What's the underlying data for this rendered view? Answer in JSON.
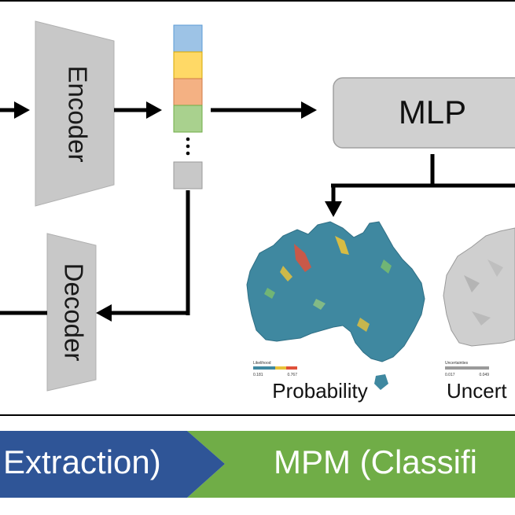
{
  "encoder": {
    "label": "Encoder"
  },
  "decoder": {
    "label": "Decoder"
  },
  "mlp": {
    "label": "MLP"
  },
  "maps": {
    "probability": {
      "caption": "Probability",
      "legend_title": "Likelihood",
      "legend_min": "0.181",
      "legend_max": "0.767"
    },
    "uncertainty": {
      "caption": "Uncert",
      "legend_title": "Uncertainties",
      "legend_min": "0.017",
      "legend_max": "0.049"
    }
  },
  "stages": {
    "feature": "Extraction)",
    "mpm": "MPM (Classifi"
  },
  "colors": {
    "feature_band": "#2f5597",
    "mpm_band": "#70ad47",
    "block_fill": "#c8c8c8",
    "cell_blue": "#9dc3e6",
    "cell_yellow": "#ffd966",
    "cell_orange": "#f4b183",
    "cell_green": "#a9d18e"
  }
}
